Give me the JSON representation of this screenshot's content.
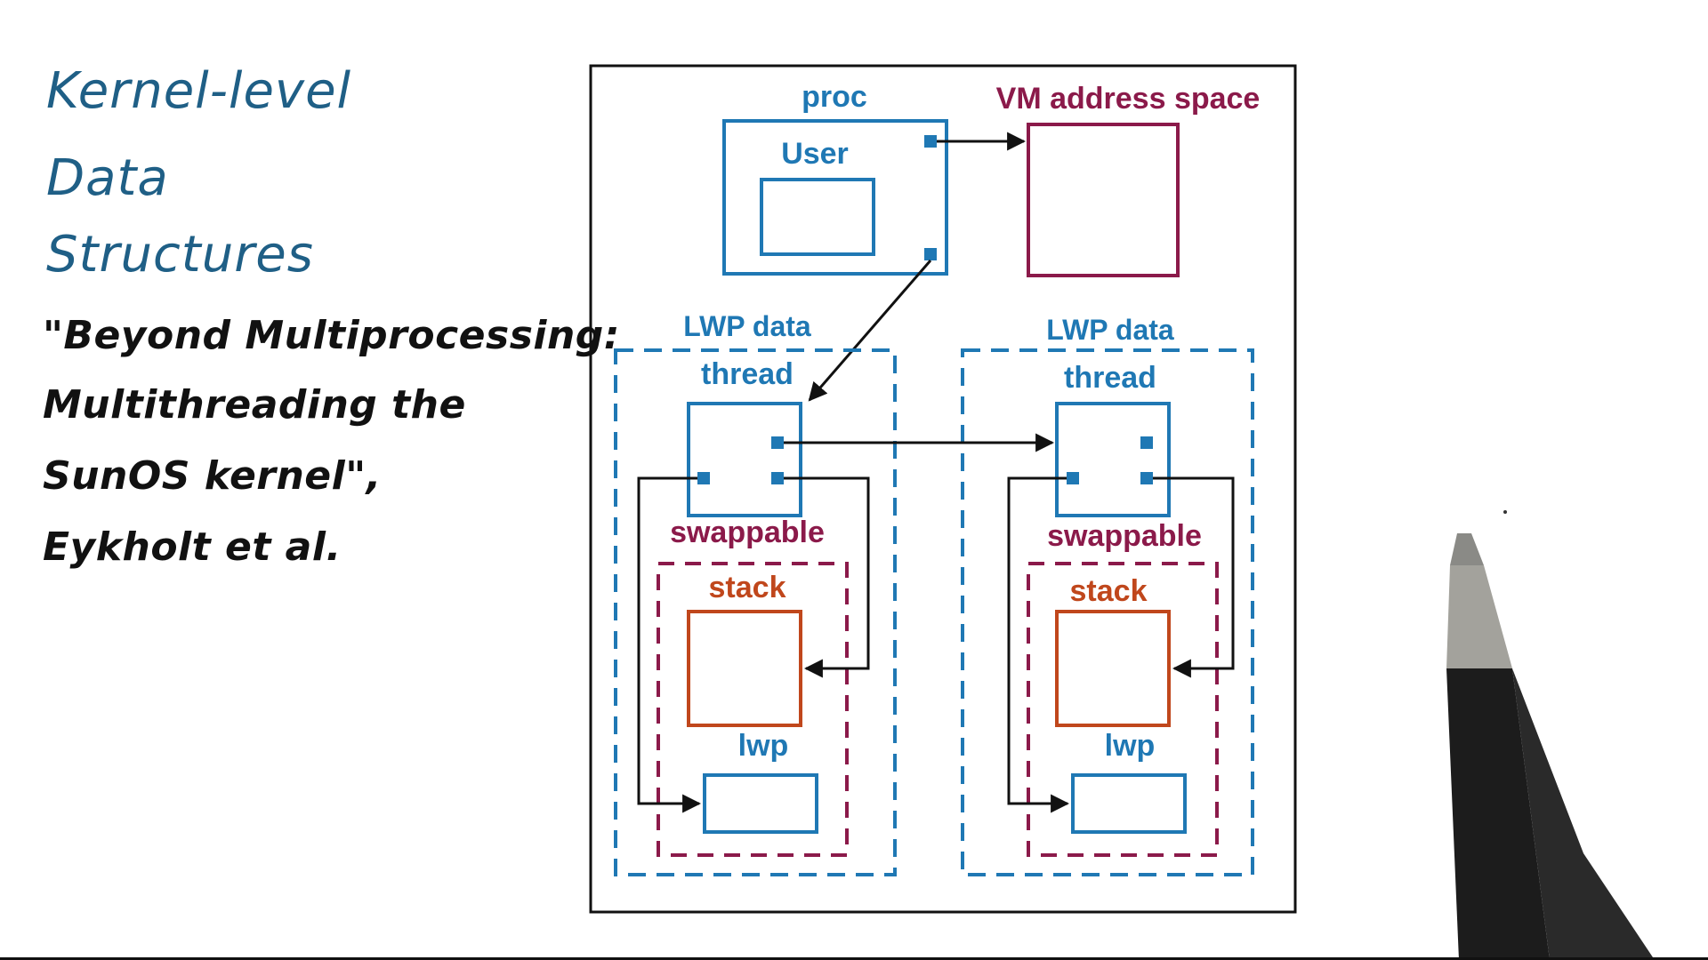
{
  "notes": {
    "title_lines": [
      "Kernel-level",
      "Data",
      "Structures"
    ],
    "citation_lines": [
      "\"Beyond Multiprocessing:",
      "Multithreading the",
      "SunOS kernel\",",
      "Eykholt et al."
    ]
  },
  "diagram": {
    "proc_label": "proc",
    "user_label": "User",
    "vm_label": "VM address space",
    "lwp_groups": [
      {
        "group_label": "LWP data",
        "thread_label": "thread",
        "swappable_label": "swappable",
        "stack_label": "stack",
        "lwp_label": "lwp"
      },
      {
        "group_label": "LWP data",
        "thread_label": "thread",
        "swappable_label": "swappable",
        "stack_label": "stack",
        "lwp_label": "lwp"
      }
    ]
  },
  "colors": {
    "blue": "#1f78b4",
    "maroon": "#8b1a4a",
    "orange": "#c0471c",
    "ink": "#111111",
    "handwriting_blue": "#1f5f86"
  }
}
